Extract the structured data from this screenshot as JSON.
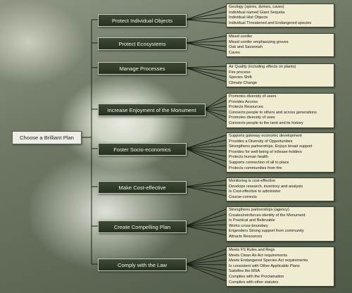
{
  "root": "Choose a Brilliant Plan",
  "categories": [
    {
      "label": "Protect Individual Objects",
      "items": [
        "Geology (spires, domes, caves)",
        "Individual named Giant Sequoia",
        "Individual Hist Objects",
        "Individual Threatened and Endangered species"
      ]
    },
    {
      "label": "Protect Ecosystems",
      "items": [
        "Mixed conifer",
        "Mixed conifer emphasizing groves",
        "Oak and Savannah",
        "Caves"
      ]
    },
    {
      "label": "Manage Processes",
      "items": [
        "Air Quality (including effects on plants)",
        "Fire process",
        "Species Shift",
        "Climate Change"
      ]
    },
    {
      "label": "Increase Enjoyment of the Monument",
      "items": [
        "Promotes diversity of users",
        "Provides Access",
        "Protects Resources",
        "Connects people to others and across generations",
        "Promotes diversity of uses",
        "Connects people to the land and its history"
      ]
    },
    {
      "label": "Foster Socio-economics",
      "items": [
        "Supports gateway economic development",
        "Provides a Diversity of Opportunities",
        "Strengthens partnerships, Enjoys broad support",
        "Provides for well-being of in/lease-holders",
        "Protects human health",
        "Supports connection of all to place",
        "Protects communities from fire"
      ]
    },
    {
      "label": "Make Cost-effective",
      "items": [
        "Monitoring is cost-effective",
        "Develops research, inventory and analysis",
        "Is Cost-effective to administer",
        "Course-corrects"
      ]
    },
    {
      "label": "Create Compelling Plan",
      "items": [
        "Strengthens partnerships (agency)",
        "Creates/reinforces identity of the Monument",
        "Is Practical and Believable",
        "Works cross-boundary",
        "Engenders Strong support from community",
        "Attracts Resources"
      ]
    },
    {
      "label": "Comply with the Law",
      "items": [
        "Meets FS Rules and Regs",
        "Meets Clean Air Act requirements",
        "Meets Endangered Species Act requirements",
        "Is consistent with Other Applicable Plans",
        "Satisfies the MSA",
        "Complies with the Proclamation",
        "Complies with other statutes"
      ]
    }
  ]
}
